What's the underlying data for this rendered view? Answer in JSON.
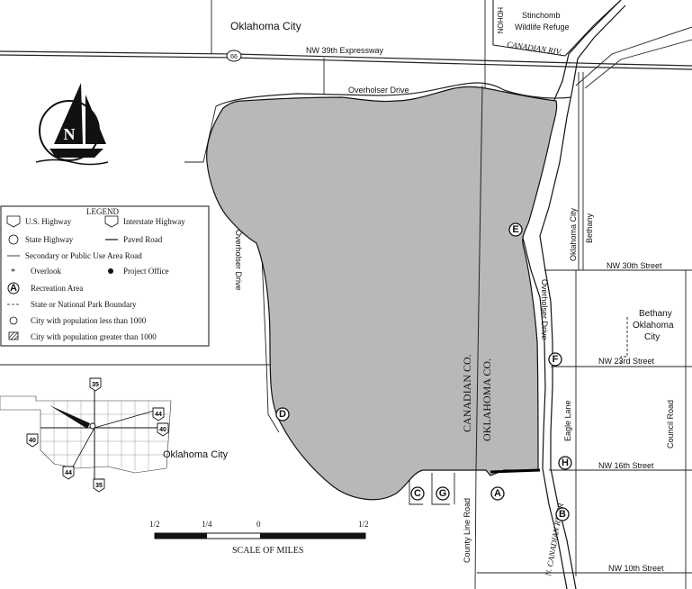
{
  "title_city": "Oklahoma City",
  "refuge": {
    "line1": "Stinchomb",
    "line2": "Wildlife Refuge"
  },
  "river_top": "CANADIAN RIV.",
  "river_top_short": "HDHON",
  "river_bottom": "N. CANADIAN RIVER",
  "roads": {
    "expressway": "NW 39th Expressway",
    "highway_number": "66",
    "overholser_top": "Overholser Drive",
    "overholser_west": "Overholser Drive",
    "overholser_east": "Overholser Drive",
    "nw30": "NW 30th Street",
    "nw23": "NW 23rd Street",
    "nw16": "NW 16th Street",
    "nw10": "NW 10th Street",
    "eagle": "Eagle Lane",
    "council": "Council Road",
    "county_line": "County Line Road"
  },
  "county": {
    "canadian": "CANADIAN CO.",
    "oklahoma": "OKLAHOMA CO."
  },
  "cities": {
    "okc_bethany_a": "Oklahoma City",
    "okc_bethany_b": "Bethany",
    "bethany": "Bethany",
    "okc_right": "Oklahoma",
    "okc_right2": "City"
  },
  "rec_areas": [
    "A",
    "B",
    "C",
    "D",
    "E",
    "F",
    "G",
    "H"
  ],
  "legend": {
    "title": "LEGEND",
    "us_highway": "U.S. Highway",
    "interstate": "Interstate Highway",
    "state_highway": "State Highway",
    "paved_road": "Paved Road",
    "secondary": "Secondary or Public Use Area Road",
    "overlook": "Overlook",
    "project_office": "Project Office",
    "recreation_symbol": "A",
    "recreation": "Recreation Area",
    "park_boundary": "State or National Park Boundary",
    "city_small": "City with population less than 1000",
    "city_large": "City with population greater than 1000"
  },
  "inset": {
    "caption": "Oklahoma City",
    "shields": {
      "i35_top": "35",
      "i44_top": "44",
      "i40_right": "40",
      "i40_left": "40",
      "i44_bottom": "44",
      "i35_bottom": "35"
    }
  },
  "compass_letter": "N",
  "scale": {
    "ticks": [
      "1/2",
      "1/4",
      "0",
      "1/2"
    ],
    "label": "SCALE OF MILES"
  },
  "colors": {
    "lake": "#b8b8b8",
    "ink": "#111111"
  }
}
